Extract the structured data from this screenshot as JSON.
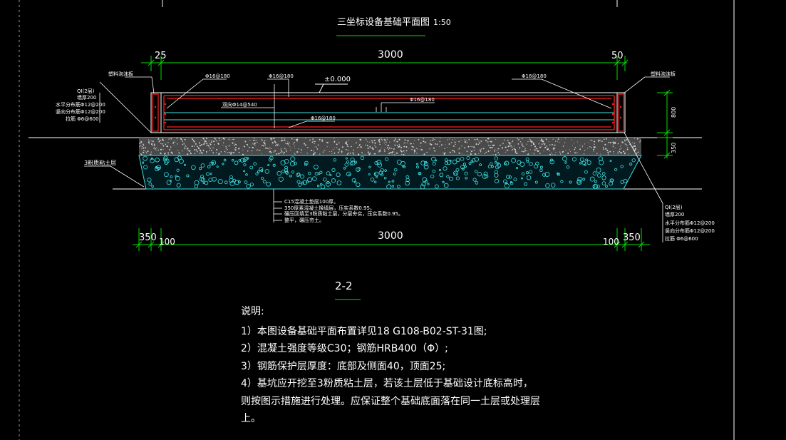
{
  "title": "三坐标设备基础平面图",
  "scale": "1:50",
  "top_dims": {
    "left": "25",
    "center": "3000",
    "right": "50"
  },
  "bottom_dims": {
    "left_outer": "350",
    "left_inner": "100",
    "center": "3000",
    "right_inner": "100",
    "right_outer": "350"
  },
  "elevation": "±0.000",
  "right_dims": {
    "upper": "800",
    "lower": "350"
  },
  "rebar_labels": {
    "top_left": "Φ16@180",
    "top_mid": "Φ16@180",
    "mid_right": "Φ16@180",
    "top_right": "Φ16@180",
    "double": "双向Φ14@540",
    "bottom": "Φ16@180"
  },
  "side_left": {
    "title": "塑料泡沫板",
    "lines": [
      "QI(2层)",
      "墙厚200",
      "水平分布筋Φ12@200",
      "竖向分布筋Φ12@200",
      "拉筋 Φ6@600"
    ]
  },
  "side_right": {
    "title": "塑料泡沫板",
    "lines": [
      "QI(2层)",
      "墙厚200",
      "水平分布筋Φ12@200",
      "竖向分布筋Φ12@200",
      "拉筋 Φ6@600"
    ]
  },
  "soil_label": "3粉质粘土层",
  "layer_notes": [
    "C15混凝土垫层100厚。",
    "350厚素混凝土换填层，压实系数0.95。",
    "碾压回填至3粉质粘土层，分层夯实，压实系数0.95。",
    "整平，碾压夯土。"
  ],
  "section_label": "2-2",
  "notes_title": "说明:",
  "notes": [
    "1）本图设备基础平面布置详见18 G108-B02-ST-31图;",
    "2）混凝土强度等级C30；钢筋HRB400（Φ）;",
    "3）钢筋保护层厚度：底部及侧面40，顶面25;",
    "4）基坑应开挖至3粉质粘土层，若该土层低于基础设计底标高时，",
    "则按图示措施进行处理。应保证整个基础底面落在同一土层或处理层",
    "上。"
  ],
  "colors": {
    "dim": "#00e000",
    "rebar": "#ff2020",
    "concrete": "#40e0e0",
    "text": "#ffffff",
    "bg": "#000000"
  }
}
